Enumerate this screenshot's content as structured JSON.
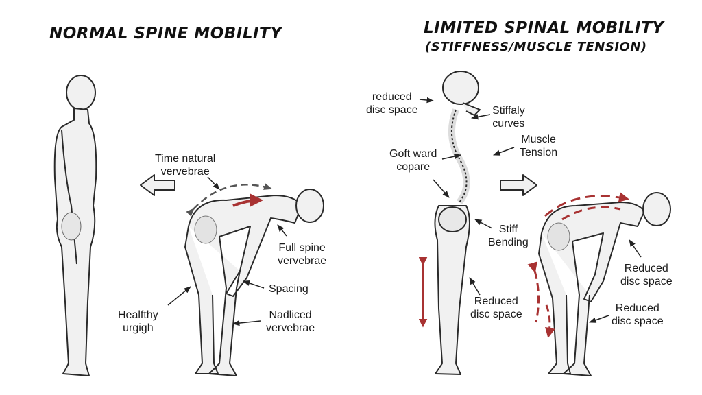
{
  "left_panel": {
    "title": "NORMAL SPINE MOBILITY",
    "labels": {
      "time_natural": [
        "Time natural",
        "vervebrae"
      ],
      "full_spine": [
        "Full spine",
        "vervebrae"
      ],
      "spacing": "Spacing",
      "healthy": [
        "Healfthy",
        "urgigh"
      ],
      "nadliced": [
        "Nadliced",
        "vervebrae"
      ]
    }
  },
  "right_panel": {
    "title": "LIMITED SPINAL MOBILITY",
    "subtitle": "(STIFFNESS/MUSCLE TENSION)",
    "labels": {
      "reduced_top": [
        "reduced",
        "disc space"
      ],
      "stiffaly": [
        "Stiffaly",
        "curves"
      ],
      "muscle": [
        "Muscle",
        "Tension"
      ],
      "goft": [
        "Goft ward",
        "copare"
      ],
      "stiff_bending": [
        "Stiff",
        "Bending"
      ],
      "reduced_mid": [
        "Reduced",
        "disc space"
      ],
      "reduced_right": [
        "Reduced",
        "disc space"
      ],
      "reduced_bottom": [
        "Reduced",
        "disc space"
      ]
    }
  },
  "colors": {
    "accent_red": "#a83232",
    "outline": "#2a2a2a",
    "body_fill": "#f0f0f0"
  }
}
